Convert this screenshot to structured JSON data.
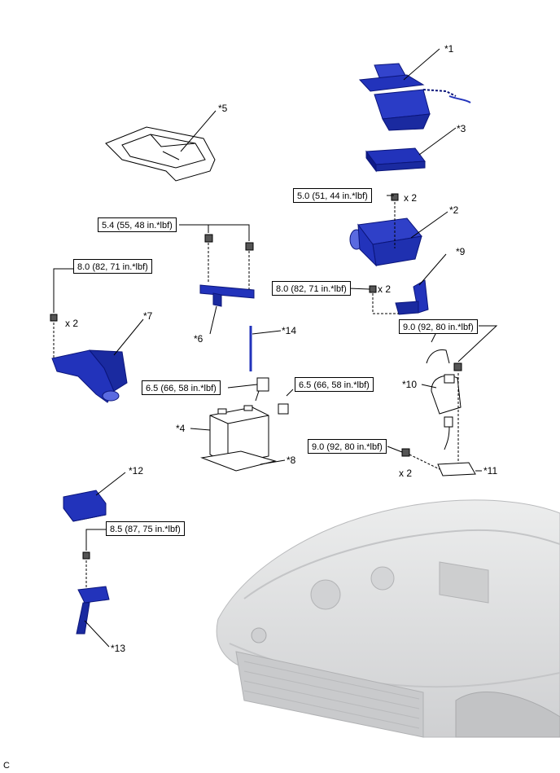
{
  "colors": {
    "part_fill": "#2233bb",
    "part_dark": "#0b157a",
    "part_light": "#5a6ae0",
    "line": "#000000",
    "vehicle_shade": "#d9dadc",
    "vehicle_line": "#b5b6b8"
  },
  "callouts": {
    "c1": "*1",
    "c2": "*2",
    "c3": "*3",
    "c4": "*4",
    "c5": "*5",
    "c6": "*6",
    "c7": "*7",
    "c8": "*8",
    "c9": "*9",
    "c10": "*10",
    "c11": "*11",
    "c12": "*12",
    "c13": "*13",
    "c14": "*14"
  },
  "torques": {
    "t1": "5.0 (51, 44 in.*lbf)",
    "t2": "5.4 (55, 48 in.*lbf)",
    "t3": "8.0 (82, 71 in.*lbf)",
    "t4": "8.0 (82, 71 in.*lbf)",
    "t5": "9.0 (92, 80 in.*lbf)",
    "t6": "6.5 (66, 58 in.*lbf)",
    "t7": "6.5 (66, 58 in.*lbf)",
    "t8": "9.0 (92, 80 in.*lbf)",
    "t9": "8.5 (87, 75 in.*lbf)"
  },
  "quantities": {
    "q1": "x 2",
    "q2": "x 2",
    "q3": "x 2",
    "q4": "x 2"
  },
  "corner_mark": "C"
}
